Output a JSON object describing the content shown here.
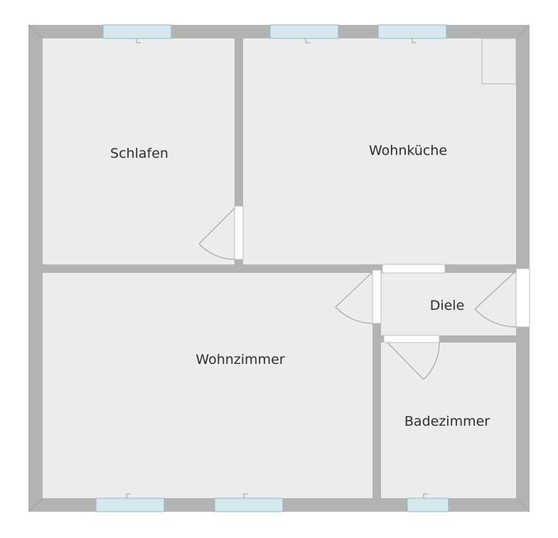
{
  "rooms": {
    "schlafen": "Schlafen",
    "wohnkueche": "Wohnküche",
    "diele": "Diele",
    "wohnzimmer": "Wohnzimmer",
    "badezimmer": "Badezimmer"
  },
  "colors": {
    "wall": "#b3b3b3",
    "floor": "#ececec",
    "window_glass": "#d4e8ee",
    "window_frame": "#8fb9c6",
    "door_line": "#9a9a9a",
    "label": "#2f2f2f"
  }
}
